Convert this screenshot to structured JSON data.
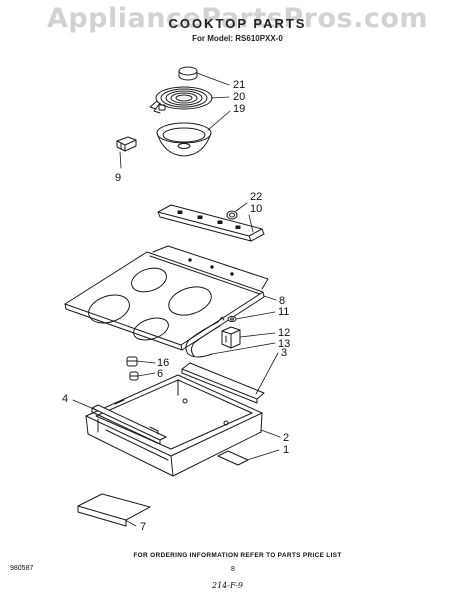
{
  "watermark": "AppliancePartsPros.com",
  "header": {
    "title": "COOKTOP PARTS",
    "model_line": "For Model: RS610PXX-0"
  },
  "callouts": {
    "c21": "21",
    "c20": "20",
    "c19": "19",
    "c9": "9",
    "c22": "22",
    "c10": "10",
    "c8": "8",
    "c11": "11",
    "c12": "12",
    "c13": "13",
    "c3": "3",
    "c16": "16",
    "c6": "6",
    "c4": "4",
    "c2": "2",
    "c1": "1",
    "c7": "7"
  },
  "footer": {
    "note": "FOR ORDERING INFORMATION REFER TO PARTS PRICE LIST",
    "doc_number": "980587",
    "page_number": "8",
    "handwritten": "214-F-9"
  }
}
